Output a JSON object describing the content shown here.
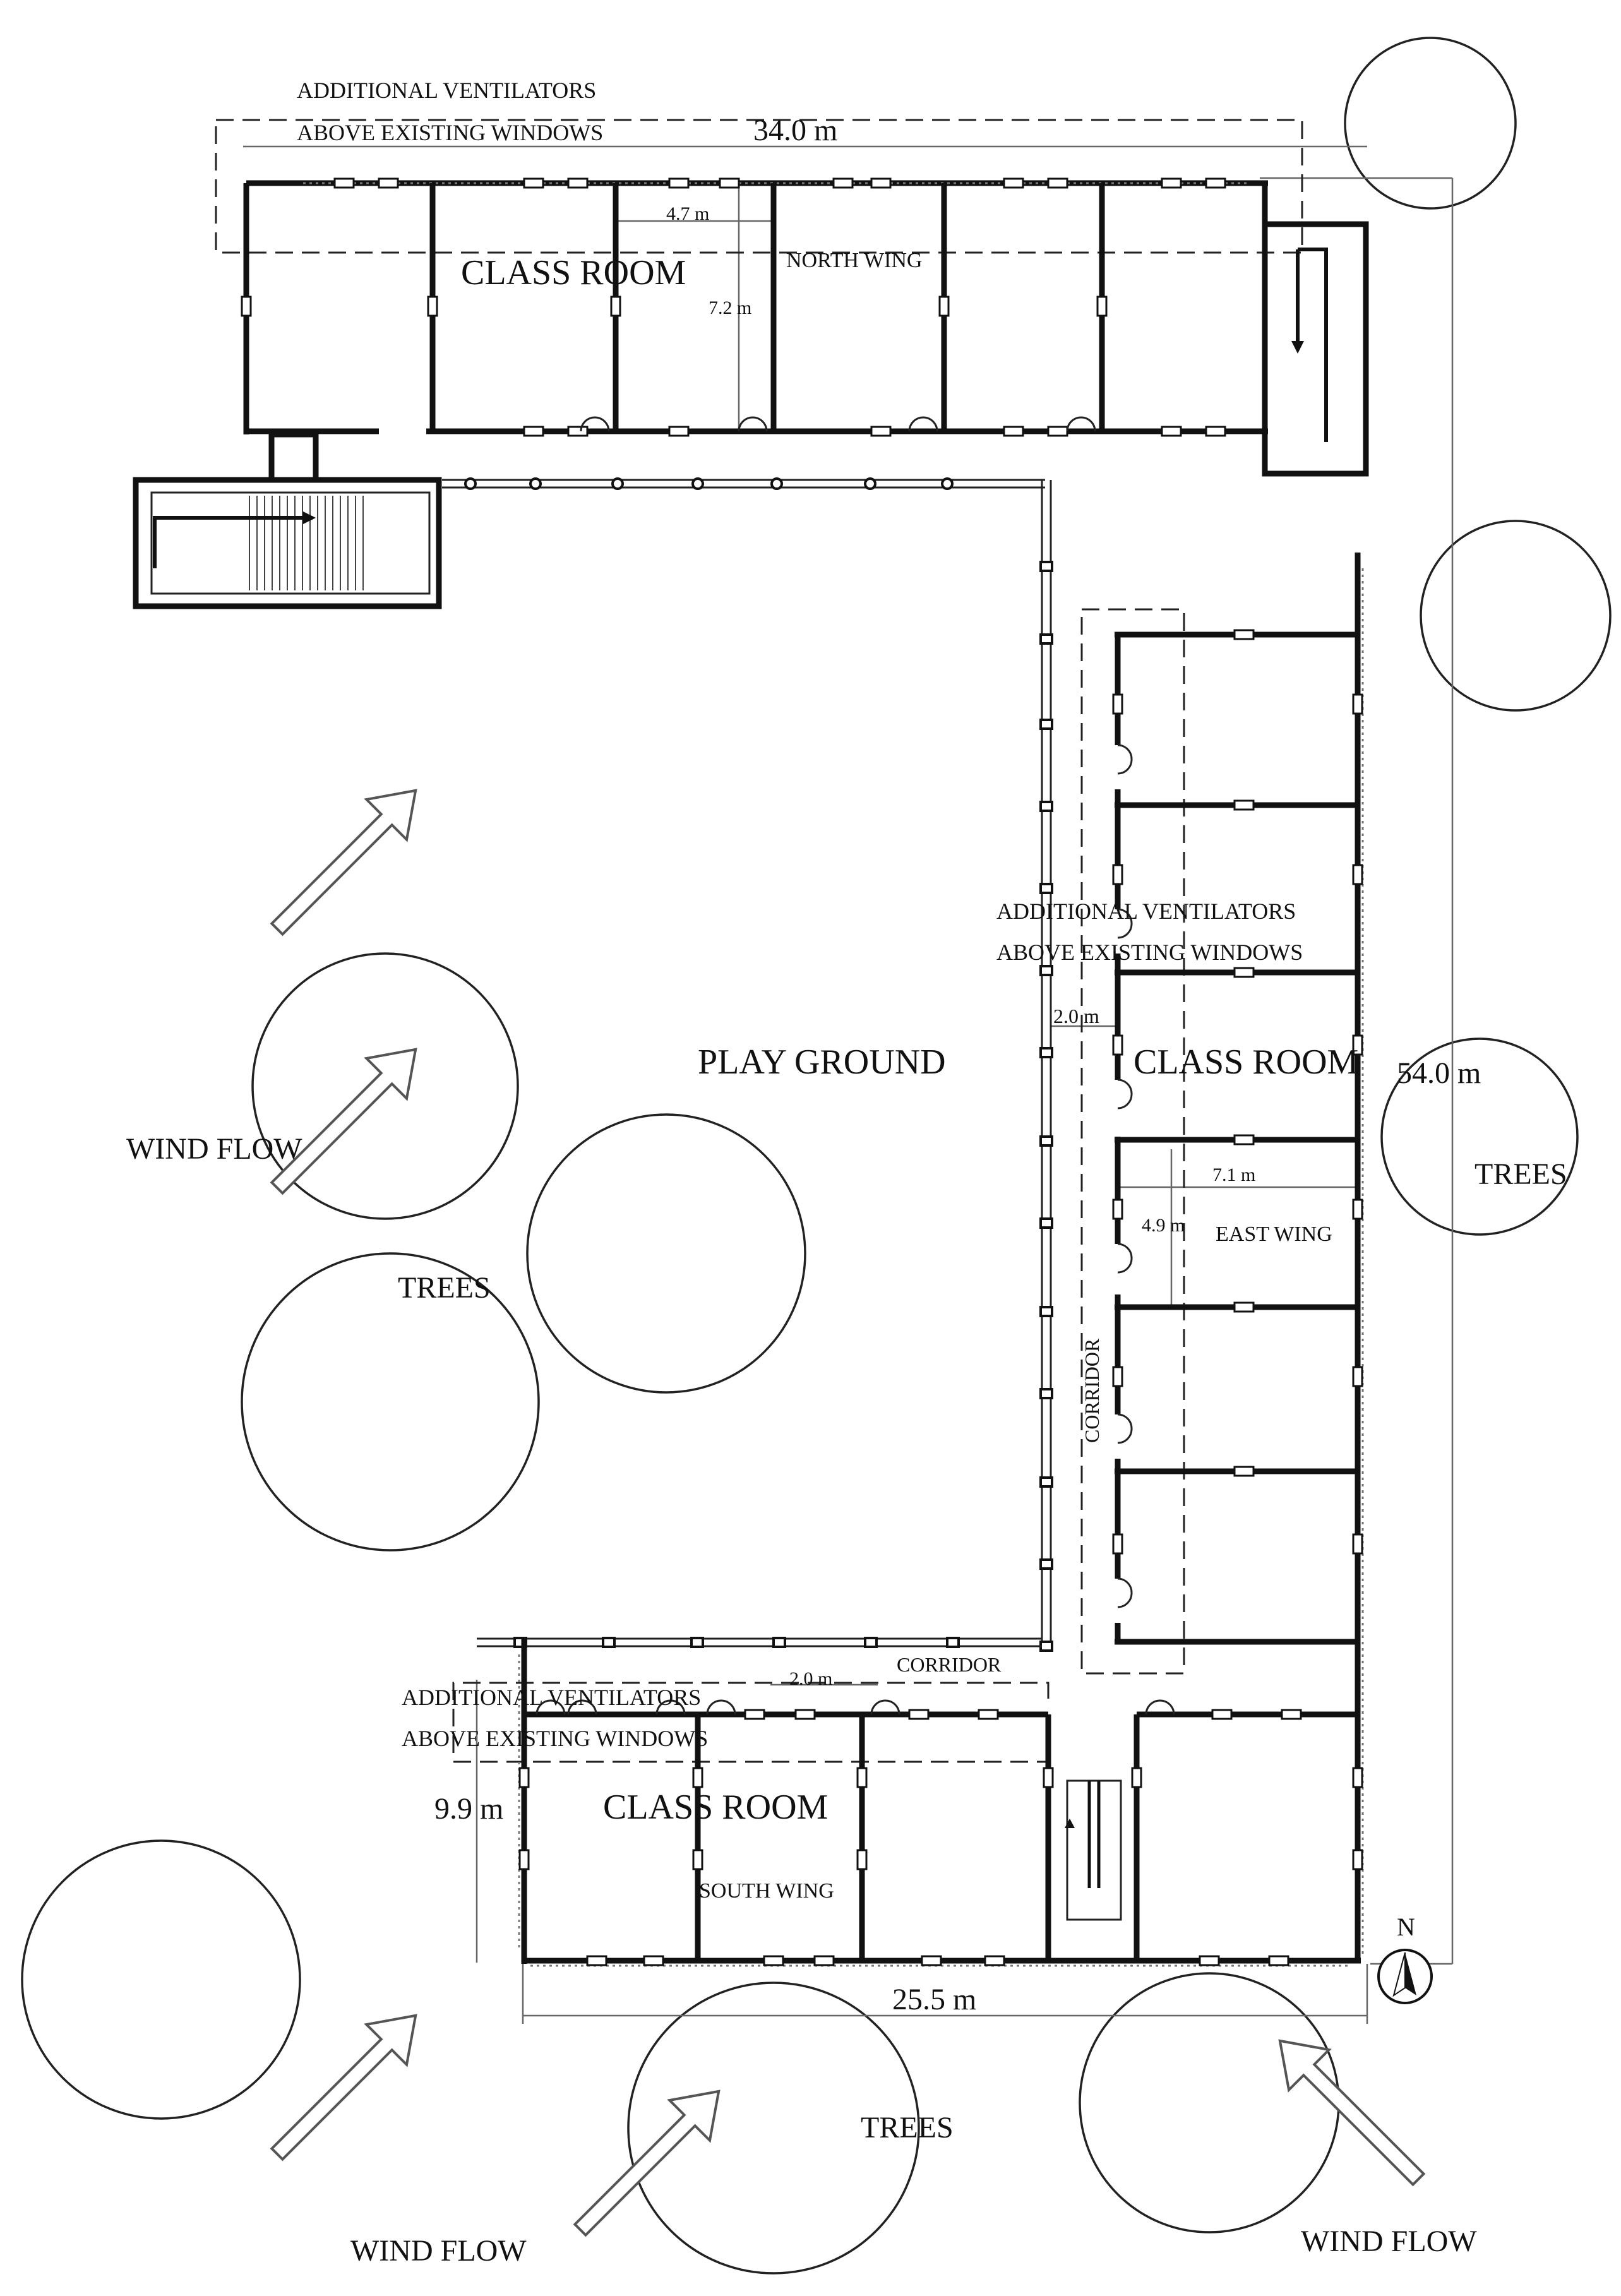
{
  "labels": {
    "north_vent_line1": "ADDITIONAL VENTILATORS",
    "north_vent_line2": "ABOVE EXISTING WINDOWS",
    "north_length": "34.0 m",
    "north_room_width": "4.7 m",
    "north_room_depth": "7.2 m",
    "north_classroom": "CLASS ROOM",
    "north_wing": "NORTH  WING",
    "playground": "PLAY GROUND",
    "east_vent_line1": "ADDITIONAL VENTILATORS",
    "east_vent_line2": "ABOVE EXISTING WINDOWS",
    "east_corridor_width": "2.0 m",
    "east_classroom": "CLASS ROOM",
    "east_length": "54.0 m",
    "east_room_width": "7.1 m",
    "east_room_depth": "4.9 m",
    "east_wing": "EAST WING",
    "east_corridor": "CORRIDOR",
    "trees_east": "TREES",
    "trees_west": "TREES",
    "trees_south": "TREES",
    "wind_flow_west": "WIND FLOW",
    "wind_flow_south_left": "WIND FLOW",
    "wind_flow_south_right": "WIND FLOW",
    "south_corridor": "CORRIDOR",
    "south_corridor_width": "2.0 m",
    "south_vent_line1": "ADDITIONAL VENTILATORS",
    "south_vent_line2": "ABOVE EXISTING WINDOWS",
    "south_depth": "9.9 m",
    "south_classroom": "CLASS ROOM",
    "south_wing": "SOUTH WING",
    "south_length": "25.5 m",
    "north_arrow": "N"
  }
}
